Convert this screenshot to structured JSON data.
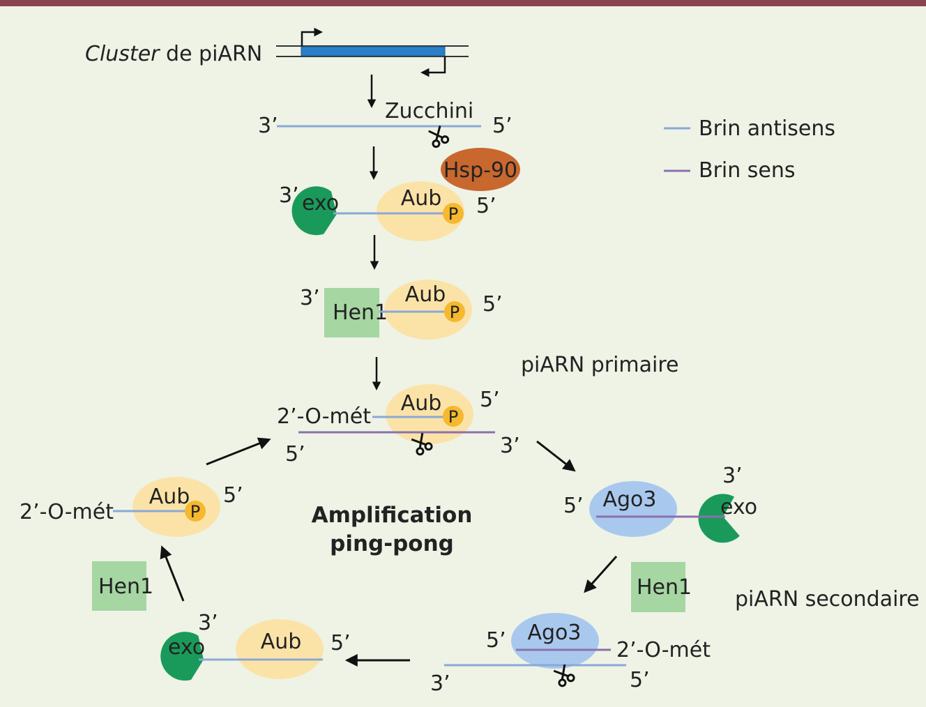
{
  "colors": {
    "top_bar": "#8a4450",
    "background": "#eef3e6",
    "antisense": "#8aa8d6",
    "sense": "#8a70b0",
    "aub": "#fbe3a8",
    "ago3": "#a9c8ee",
    "p_dot": "#f5b82e",
    "exo": "#1a9a5a",
    "hen1": "#a6d6a2",
    "hsp90": "#c8682e",
    "cluster_bar": "#2a80c8"
  },
  "cluster": {
    "label_italic": "Cluster",
    "label_rest": " de piARN"
  },
  "legend": {
    "antisense": "Brin antisens",
    "sense": "Brin sens"
  },
  "proteins": {
    "zucchini": "Zucchini",
    "hsp90": "Hsp-90",
    "aub": "Aub",
    "ago3": "Ago3",
    "hen1": "Hen1",
    "exo": "exo",
    "phosphate": "P"
  },
  "ends": {
    "three": "3’",
    "five": "5’",
    "methyl": "2’-O-mét"
  },
  "labels": {
    "primary": "piARN primaire",
    "secondary": "piARN secondaire",
    "amplification_1": "Amplification",
    "amplification_2": "ping-pong"
  }
}
